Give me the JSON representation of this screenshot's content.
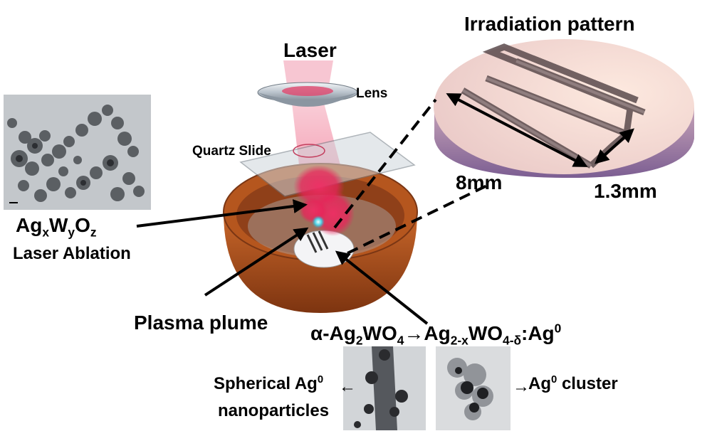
{
  "labels": {
    "laser": "Laser",
    "lens": "Lens",
    "quartz_slide": "Quartz Slide",
    "irradiation_pattern": "Irradiation pattern",
    "dim_length": "8mm",
    "dim_width": "1.3mm",
    "plasma_plume": "Plasma plume",
    "laser_ablation": "Laser Ablation",
    "spherical_line1": "Spherical Ag",
    "spherical_sup": "0",
    "spherical_line2": "nanoparticles",
    "cluster_pre": "Ag",
    "cluster_sup": "0",
    "cluster_post": " cluster"
  },
  "formula_agwo": {
    "ag": "Ag",
    "x": "x",
    "w": "W",
    "y": "y",
    "o": "O",
    "z": "z"
  },
  "reaction": {
    "alpha": "α-Ag",
    "sub1": "2",
    "wo": "WO",
    "sub2": "4",
    "arrow": "→",
    "ag": "Ag",
    "sub3": "2-x",
    "wo2": "WO",
    "sub4": "4-δ",
    "colon": ":Ag",
    "sup": "0"
  },
  "arrows": {
    "left_spherical": "←",
    "right_cluster": "→"
  },
  "colors": {
    "plasma": "#e8245a",
    "dish_rim": "#b5561e",
    "dish_inner": "#8a3a18",
    "laser_beam": "#f07c96",
    "disc_top": "#f3e2dd",
    "disc_side": "#a07aa8",
    "groove": "#6b5b5b"
  }
}
